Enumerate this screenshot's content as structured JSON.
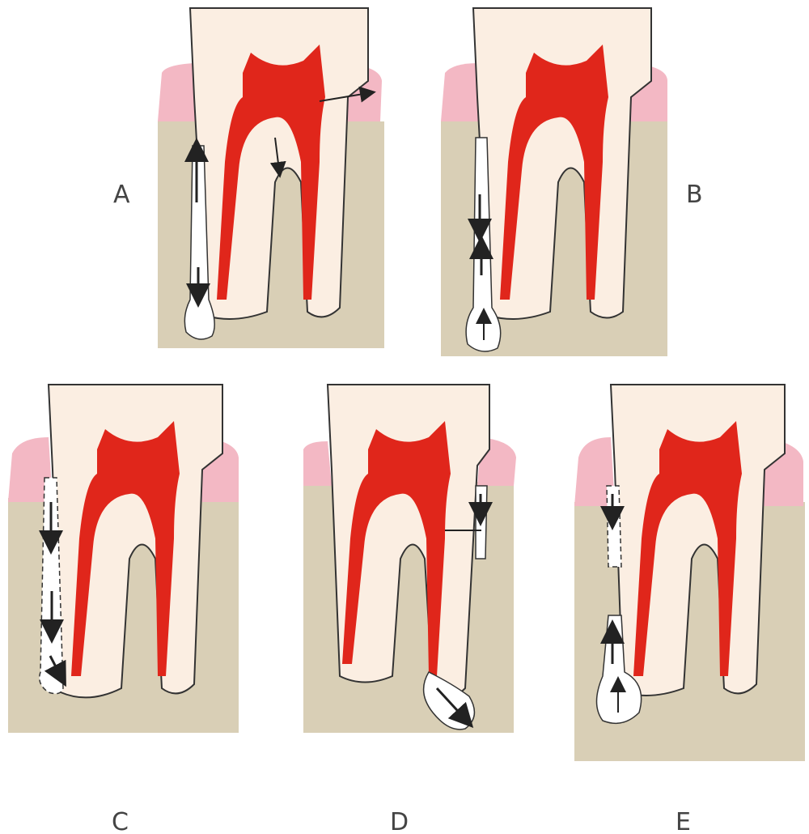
{
  "panels": [
    {
      "label": "A"
    },
    {
      "label": "B"
    },
    {
      "label": "C"
    },
    {
      "label": "D"
    },
    {
      "label": "E"
    }
  ],
  "colors": {
    "gingiva": "#f3b8c4",
    "bone": "#d9cfb6",
    "tooth": "#fbeee2",
    "pulp": "#e0261b",
    "lesion": "#ffffff",
    "outline": "#333333",
    "arrow": "#222222",
    "background": "#ffffff"
  }
}
